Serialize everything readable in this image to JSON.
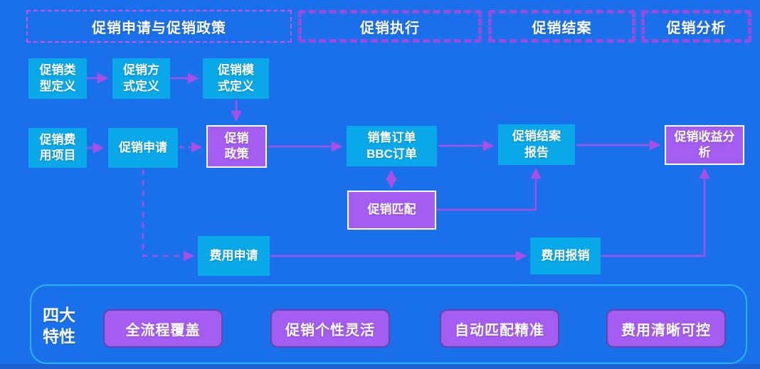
{
  "colors": {
    "background": "#1a70ea",
    "bottom_strip": "#1d60d2",
    "cyan_node": "#09a8e9",
    "purple_node": "#a55cf0",
    "purple_node_border": "#ffffff",
    "connector": "#ab4ee6",
    "phase1_border": "#d44ff0",
    "phase_border": "#9b4ce0",
    "panel_border": "#29b5f2",
    "text": "#ffffff"
  },
  "phases": [
    "促销申请与促销政策",
    "促销执行",
    "促销结案",
    "促销分析"
  ],
  "nodes": {
    "promo_type_def": "促销类\n型定义",
    "promo_method_def": "促销方\n式定义",
    "promo_mode_def": "促销模\n式定义",
    "promo_expense_item": "促销费\n用项目",
    "promo_application": "促销申请",
    "promo_policy": "促销\n政策",
    "sales_order": "销售订单\nBBC订单",
    "promo_closing_report": "促销结案\n报告",
    "promo_revenue_analysis": "促销收益分\n析",
    "promo_matching": "促销匹配",
    "expense_application": "费用申请",
    "expense_reimbursement": "费用报销"
  },
  "features": {
    "title": "四大\n特性",
    "items": [
      "全流程覆盖",
      "促销个性灵活",
      "自动匹配精准",
      "费用清晰可控"
    ]
  }
}
